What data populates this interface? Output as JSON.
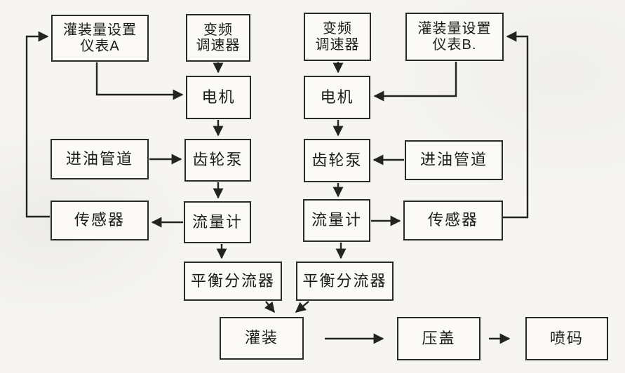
{
  "diagram": {
    "type": "flowchart",
    "colors": {
      "background": "#f6f5f1",
      "box_fill": "#fbfaf6",
      "box_border": "#2a2a28",
      "line": "#232321",
      "text": "#1b1b19"
    },
    "nodes": {
      "meter_a": {
        "lines": [
          "灌装量设置",
          "仪表A"
        ]
      },
      "vfd_left": {
        "lines": [
          "变频",
          "调速器"
        ]
      },
      "vfd_right": {
        "lines": [
          "变频",
          "调速器"
        ]
      },
      "meter_b": {
        "lines": [
          "灌装量设置",
          "仪表B."
        ]
      },
      "motor_left": {
        "label": "电机"
      },
      "motor_right": {
        "label": "电机"
      },
      "oil_pipe_left": {
        "label": "进油管道"
      },
      "gear_pump_left": {
        "label": "齿轮泵"
      },
      "gear_pump_right": {
        "label": "齿轮泵"
      },
      "oil_pipe_right": {
        "label": "进油管道"
      },
      "sensor_left": {
        "label": "传感器"
      },
      "flow_meter_left": {
        "label": "流量计"
      },
      "flow_meter_right": {
        "label": "流量计"
      },
      "sensor_right": {
        "label": "传感器"
      },
      "splitter_left": {
        "label": "平衡分流器"
      },
      "splitter_right": {
        "label": "平衡分流器"
      },
      "filling": {
        "label": "灌装"
      },
      "capping": {
        "label": "压盖"
      },
      "coding": {
        "label": "喷码"
      }
    },
    "edges": [
      {
        "from": "vfd_left",
        "to": "motor_left"
      },
      {
        "from": "meter_a",
        "to": "motor_left"
      },
      {
        "from": "motor_left",
        "to": "gear_pump_left"
      },
      {
        "from": "oil_pipe_left",
        "to": "gear_pump_left"
      },
      {
        "from": "gear_pump_left",
        "to": "flow_meter_left"
      },
      {
        "from": "flow_meter_left",
        "to": "sensor_left"
      },
      {
        "from": "sensor_left",
        "to": "meter_a"
      },
      {
        "from": "flow_meter_left",
        "to": "splitter_left"
      },
      {
        "from": "vfd_right",
        "to": "motor_right"
      },
      {
        "from": "meter_b",
        "to": "motor_right"
      },
      {
        "from": "motor_right",
        "to": "gear_pump_right"
      },
      {
        "from": "oil_pipe_right",
        "to": "gear_pump_right"
      },
      {
        "from": "gear_pump_right",
        "to": "flow_meter_right"
      },
      {
        "from": "flow_meter_right",
        "to": "sensor_right"
      },
      {
        "from": "sensor_right",
        "to": "meter_b"
      },
      {
        "from": "flow_meter_right",
        "to": "splitter_right"
      },
      {
        "from": "splitter_left",
        "to": "filling"
      },
      {
        "from": "splitter_right",
        "to": "filling"
      },
      {
        "from": "filling",
        "to": "capping"
      },
      {
        "from": "capping",
        "to": "coding"
      }
    ]
  }
}
